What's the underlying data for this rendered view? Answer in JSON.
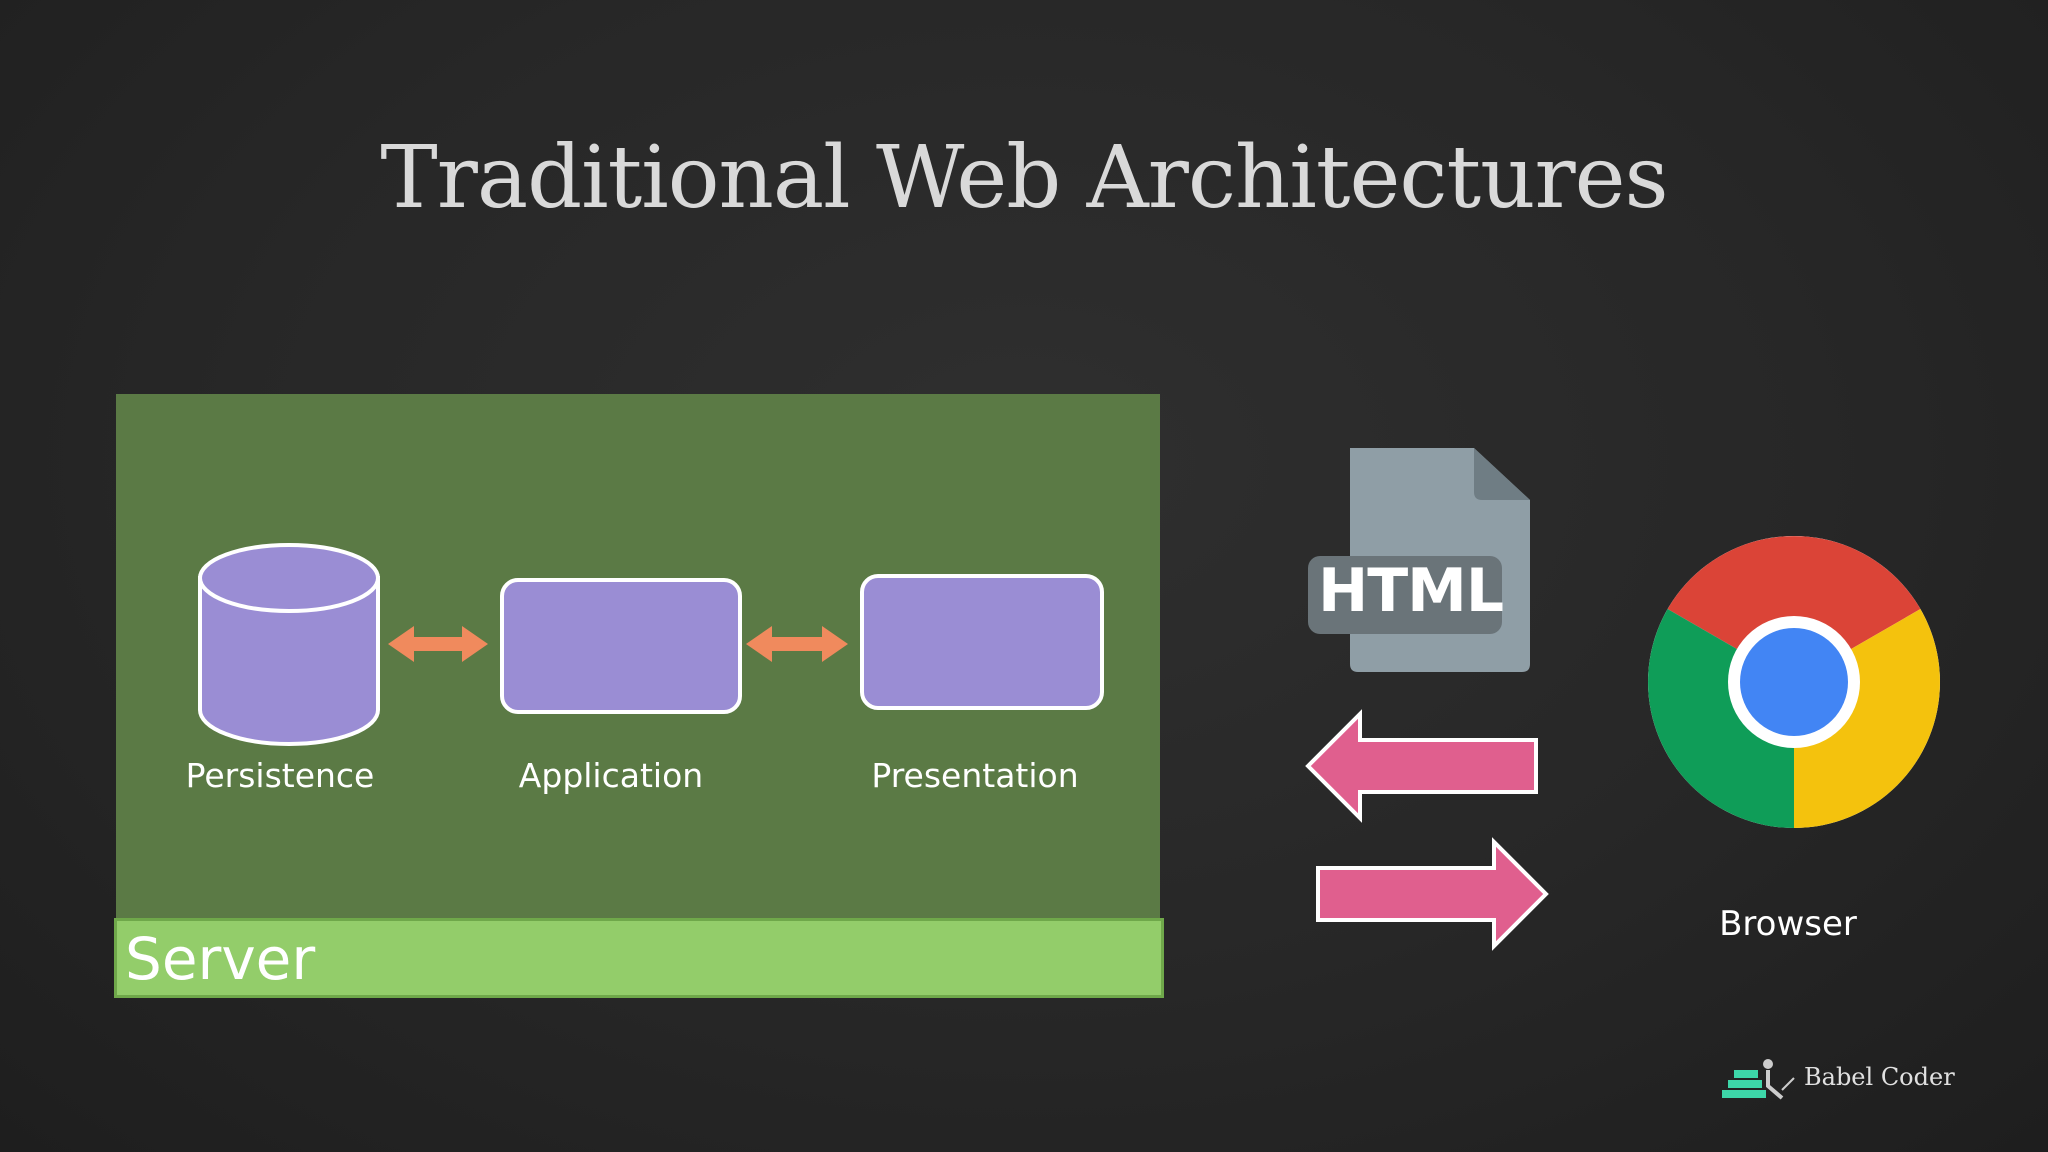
{
  "slide": {
    "title": "Traditional Web Architectures"
  },
  "server": {
    "label": "Server",
    "layers": [
      {
        "label": "Persistence"
      },
      {
        "label": "Application"
      },
      {
        "label": "Presentation"
      }
    ]
  },
  "client": {
    "file_label": "HTML",
    "browser_label": "Browser"
  },
  "logo": {
    "text": "Babel Coder"
  },
  "colors": {
    "server_panel": "#5b7a45",
    "server_bar": "#93cd6a",
    "layer_fill": "#9a8dd4",
    "double_arrow": "#f08a5d",
    "request_arrow": "#e05f8e"
  }
}
